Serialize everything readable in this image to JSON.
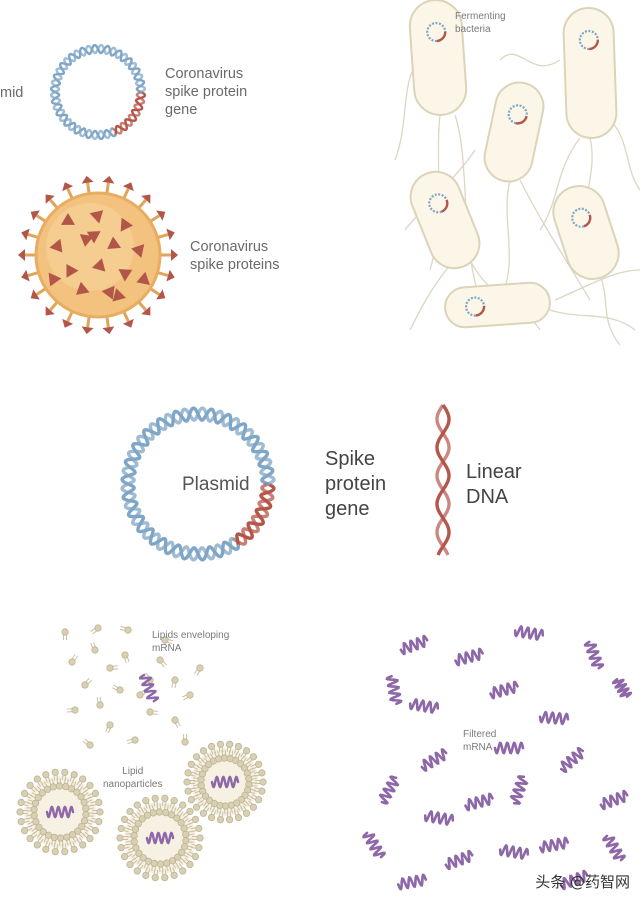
{
  "panel1": {
    "plasmid_partial": "mid",
    "gene_label": "Coronavirus\nspike protein\ngene",
    "virus_label": "Coronavirus\nspike proteins"
  },
  "panel2": {
    "bacteria_label": "Fermenting\nbacteria"
  },
  "panel3": {
    "plasmid_label": "Plasmid",
    "gene_label": "Spike\nprotein\ngene",
    "linear_label": "Linear\nDNA"
  },
  "panel4": {
    "lipids_label": "Lipids enveloping\nmRNA",
    "nanoparticles_label": "Lipid\nnanoparticles"
  },
  "panel5": {
    "filtered_label": "Filtered\nmRNA"
  },
  "watermark": "头条 @药智网",
  "colors": {
    "dna_blue": "#7fa6c6",
    "dna_red": "#b5564a",
    "virus_body": "#f2c27e",
    "virus_spike": "#b2564a",
    "bacteria_fill": "#fbf6e8",
    "bacteria_stroke": "#dcd4b8",
    "mrna_purple": "#8d67a8",
    "lipid_head": "#d9d0b4"
  }
}
